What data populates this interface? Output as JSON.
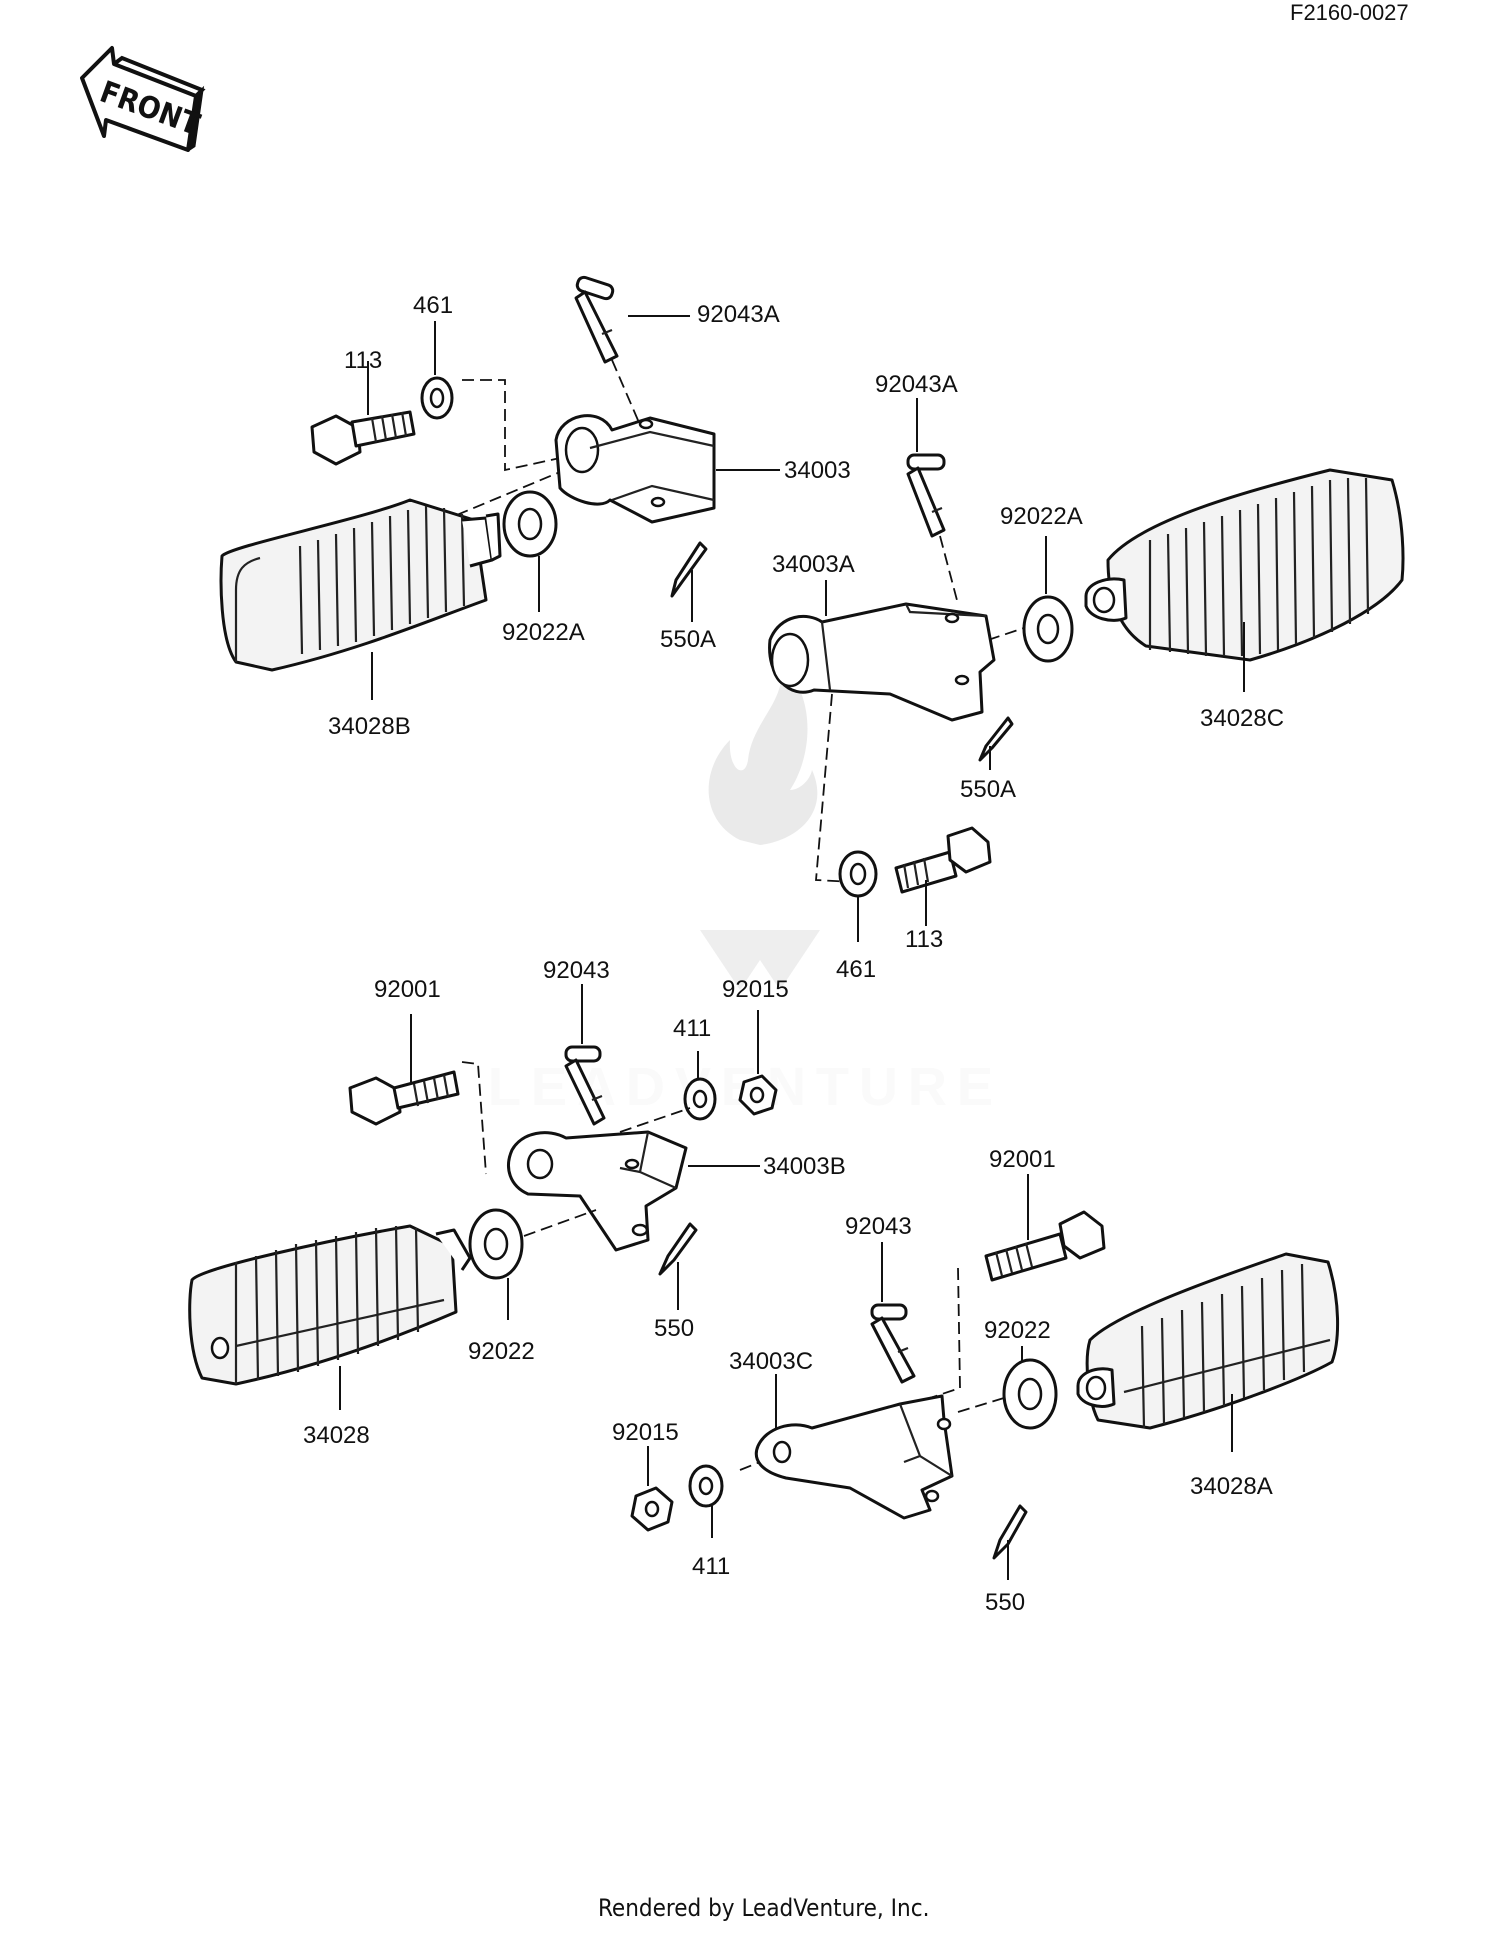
{
  "header": {
    "code": "F2160-0027"
  },
  "front_arrow": {
    "label": "FRONT"
  },
  "watermark": {
    "text": "LEADVENTURE"
  },
  "footer": {
    "text": "Rendered by LeadVenture, Inc."
  },
  "callouts": {
    "top_left": {
      "pin": "92043A",
      "lock_washer": "461",
      "bolt": "113",
      "bracket": "34003",
      "washer": "92022A",
      "cotter_pin": "550A",
      "footrest_rubber": "34028B"
    },
    "top_right": {
      "pin": "92043A",
      "washer": "92022A",
      "bracket": "34003A",
      "footrest_rubber": "34028C",
      "cotter_pin": "550A",
      "lock_washer": "461",
      "bolt": "113"
    },
    "bottom_left": {
      "bolt": "92001",
      "pin": "92043",
      "nut": "92015",
      "washer_small": "411",
      "bracket": "34003B",
      "washer": "92022",
      "cotter_pin": "550",
      "footrest_rubber": "34028"
    },
    "bottom_right": {
      "bolt": "92001",
      "pin": "92043",
      "washer": "92022",
      "bracket": "34003C",
      "nut": "92015",
      "washer_small": "411",
      "footrest_rubber": "34028A",
      "cotter_pin": "550"
    }
  }
}
